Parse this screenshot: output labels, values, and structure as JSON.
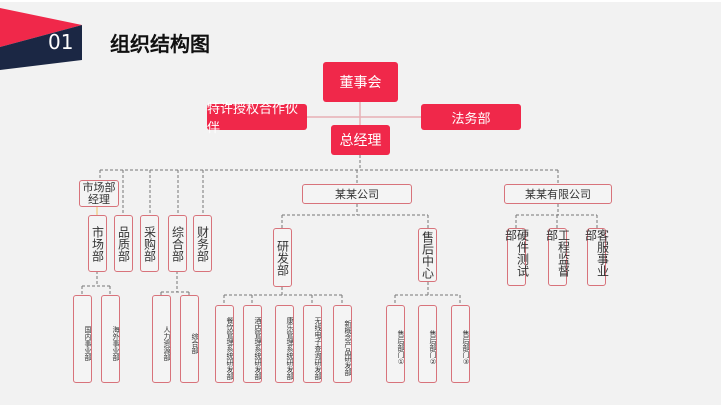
{
  "header": {
    "number": "01",
    "title": "组织结构图",
    "accent": "#f0284a",
    "dark": "#1b2744"
  },
  "top": {
    "board": "董事会",
    "partner": "特许授权合作伙伴",
    "legal": "法务部",
    "gm": "总经理"
  },
  "left": {
    "market_manager": "市场部经理",
    "depts": [
      "市场部",
      "品质部",
      "采购部",
      "综合部",
      "财务部"
    ],
    "market_subs": [
      "国内事业部",
      "海外事业部"
    ],
    "general_subs": [
      "人力资源部",
      "综合部"
    ]
  },
  "company_a": {
    "name": "某某公司",
    "units": [
      "研发部",
      "售后中心"
    ],
    "rd_subs": [
      "餐饮管理系统研发部",
      "酒店管理系统研发部",
      "康乐管理系统研发部",
      "无线电子查询研发部",
      "新概念产品研发部"
    ],
    "service_subs": [
      "售后部门①",
      "售后部门②",
      "售后部门③"
    ]
  },
  "company_b": {
    "name": "某某有限公司",
    "units": [
      "硬件测试部",
      "工程监督部",
      "客服事业部"
    ]
  }
}
